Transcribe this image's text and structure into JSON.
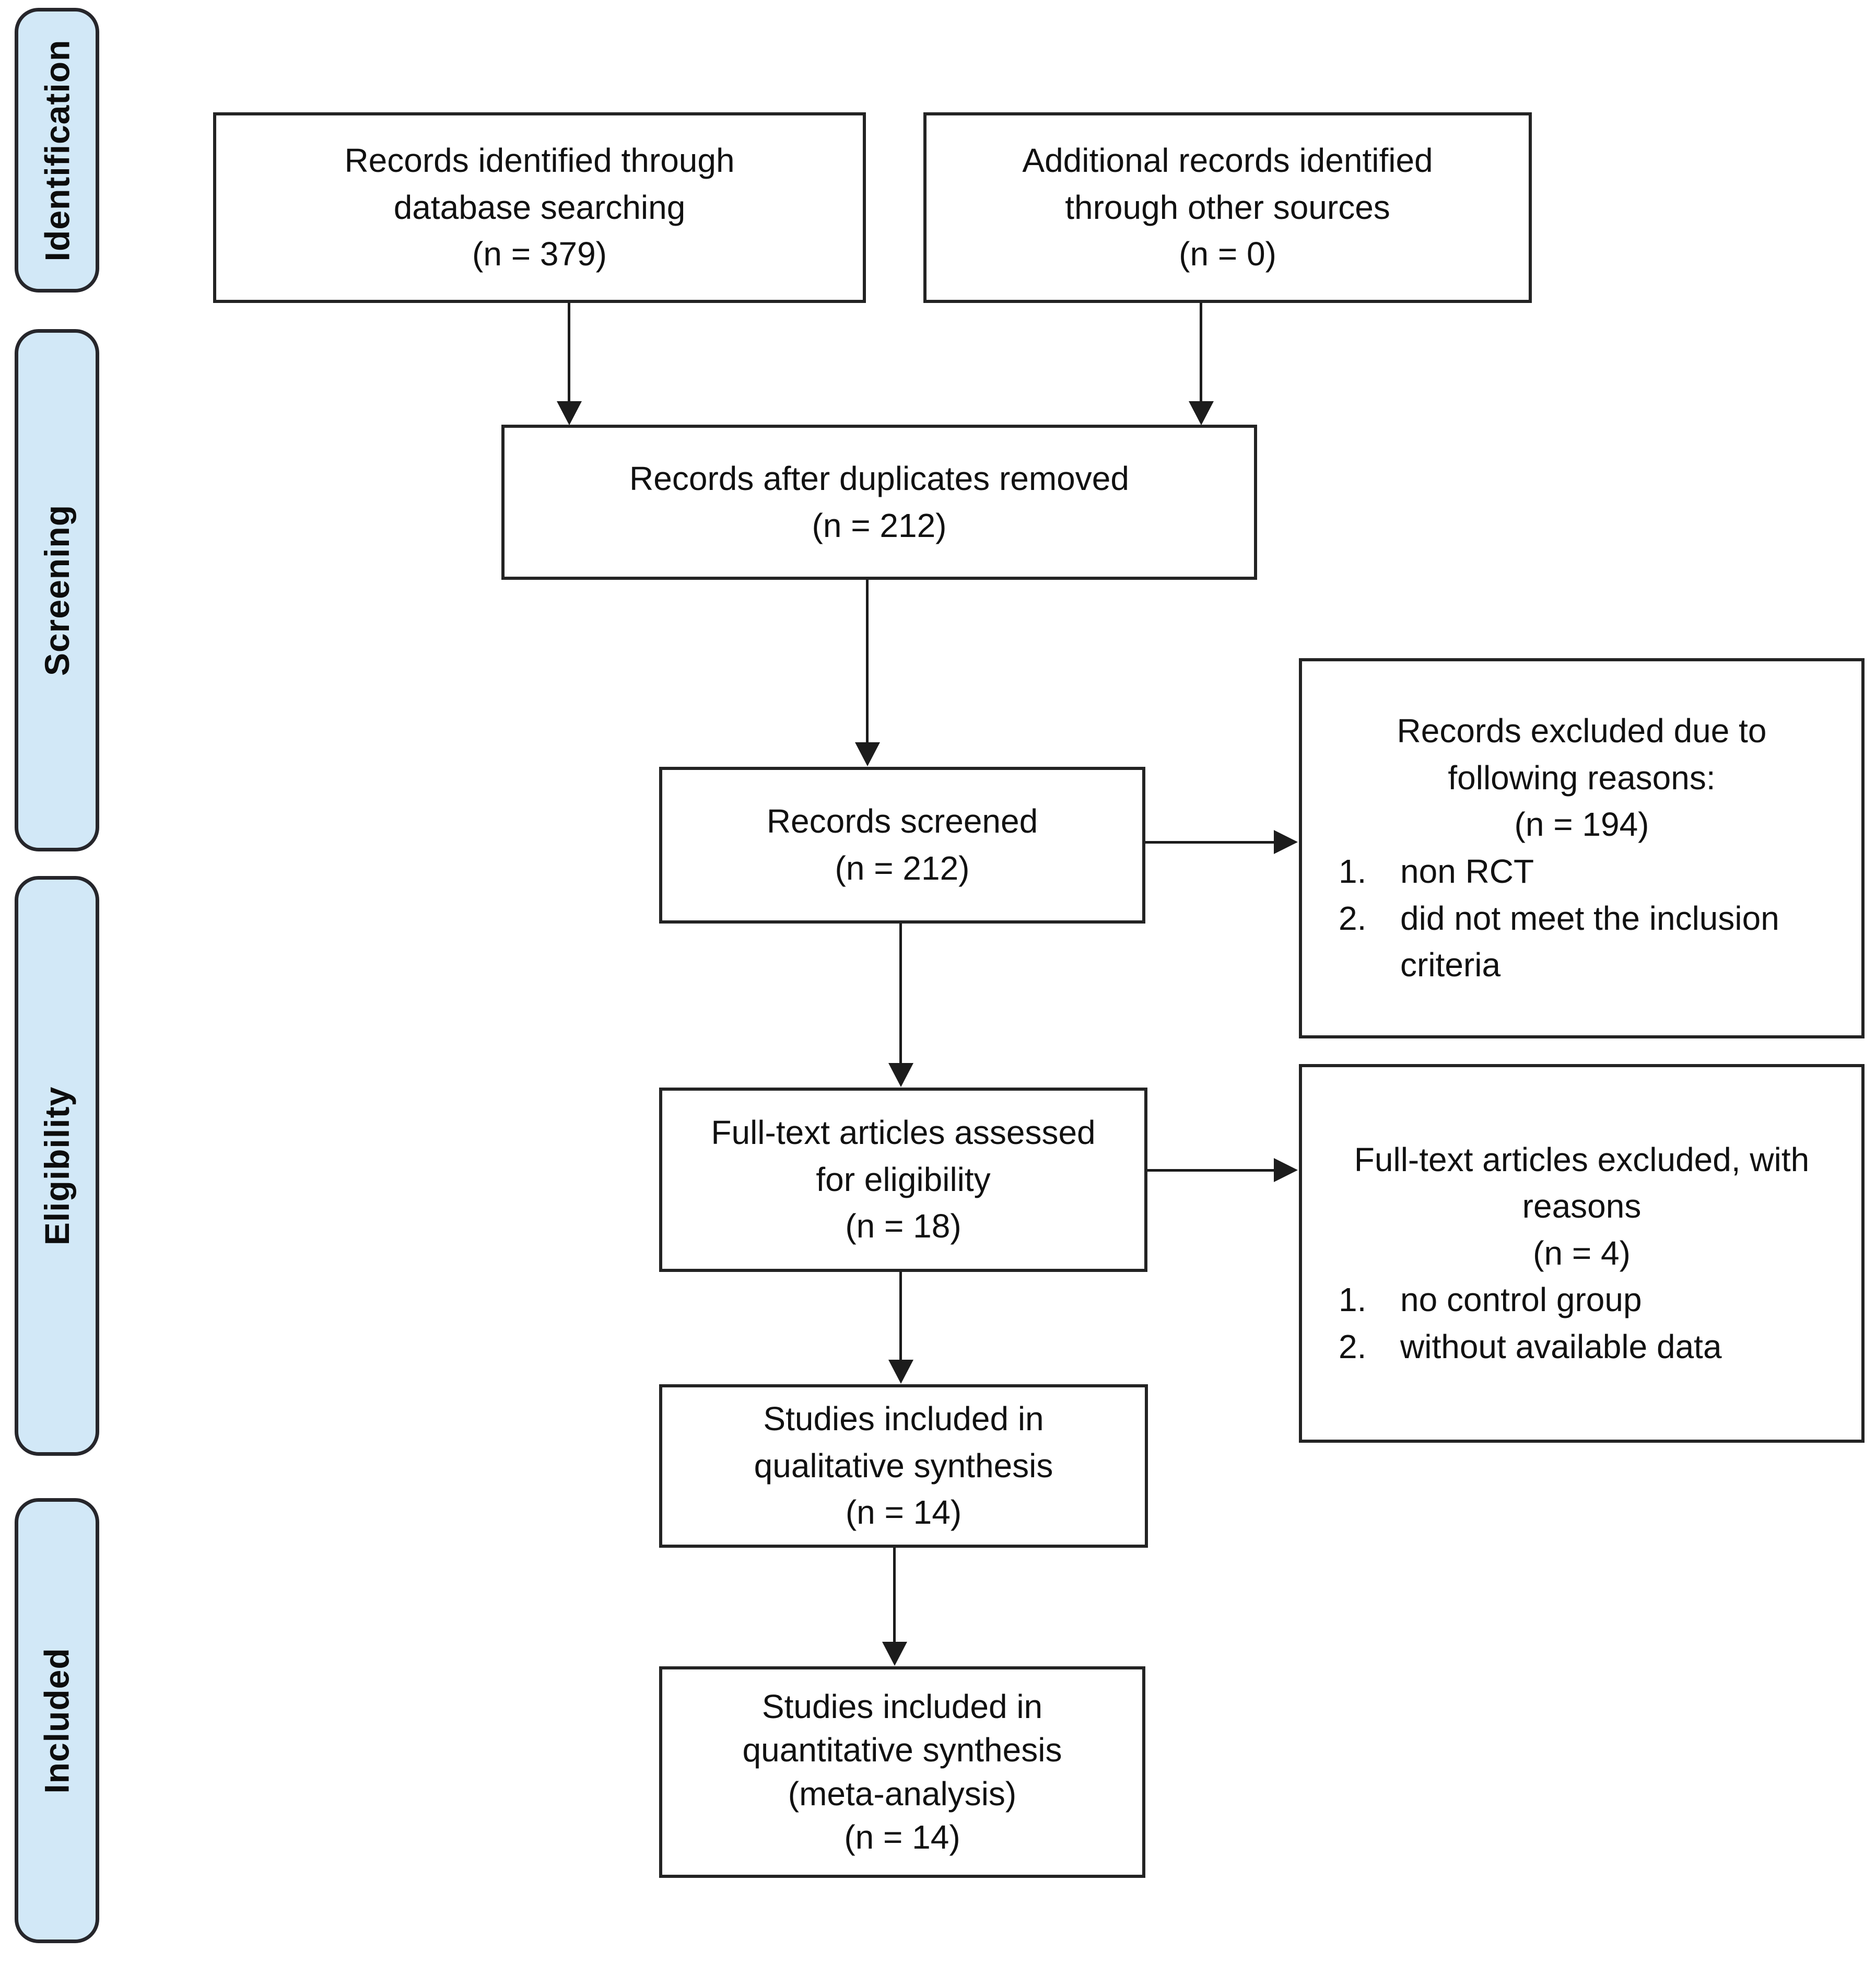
{
  "sidebar": {
    "identification": "Identification",
    "screening": "Screening",
    "eligibility": "Eligibility",
    "included": "Included"
  },
  "boxes": {
    "records_identified": {
      "l1": "Records identified through",
      "l2": "database searching",
      "n": "(n = 379)"
    },
    "additional_records": {
      "l1": "Additional records identified",
      "l2": "through other sources",
      "n": "(n = 0)"
    },
    "duplicates_removed": {
      "l1": "Records after duplicates removed",
      "n": "(n = 212)"
    },
    "records_screened": {
      "l1": "Records screened",
      "n": "(n = 212)"
    },
    "records_excluded": {
      "l1": "Records excluded due to",
      "l2": "following reasons:",
      "n": "(n = 194)",
      "items": [
        {
          "num": "1.",
          "text": "non RCT"
        },
        {
          "num": "2.",
          "text": "did not meet the inclusion criteria"
        }
      ]
    },
    "fulltext_assessed": {
      "l1": "Full-text articles assessed",
      "l2": "for eligibility",
      "n": "(n = 18)"
    },
    "fulltext_excluded": {
      "l1": "Full-text articles excluded, with",
      "l2": "reasons",
      "n": "(n = 4)",
      "items": [
        {
          "num": "1.",
          "text": "no control group"
        },
        {
          "num": "2.",
          "text": "without available data"
        }
      ]
    },
    "qualitative_synthesis": {
      "l1": "Studies included in",
      "l2": "qualitative synthesis",
      "n": "(n = 14)"
    },
    "quantitative_synthesis": {
      "l1": "Studies included in",
      "l2": "quantitative synthesis",
      "l3": "(meta-analysis)",
      "n": "(n = 14)"
    }
  },
  "colors": {
    "background": "#ffffff",
    "box_fill": "#ffffff",
    "box_border": "#232323",
    "stage_fill": "#d2e8f7",
    "stage_border": "#26262b",
    "line": "#1c1c1c",
    "text": "#111111"
  }
}
